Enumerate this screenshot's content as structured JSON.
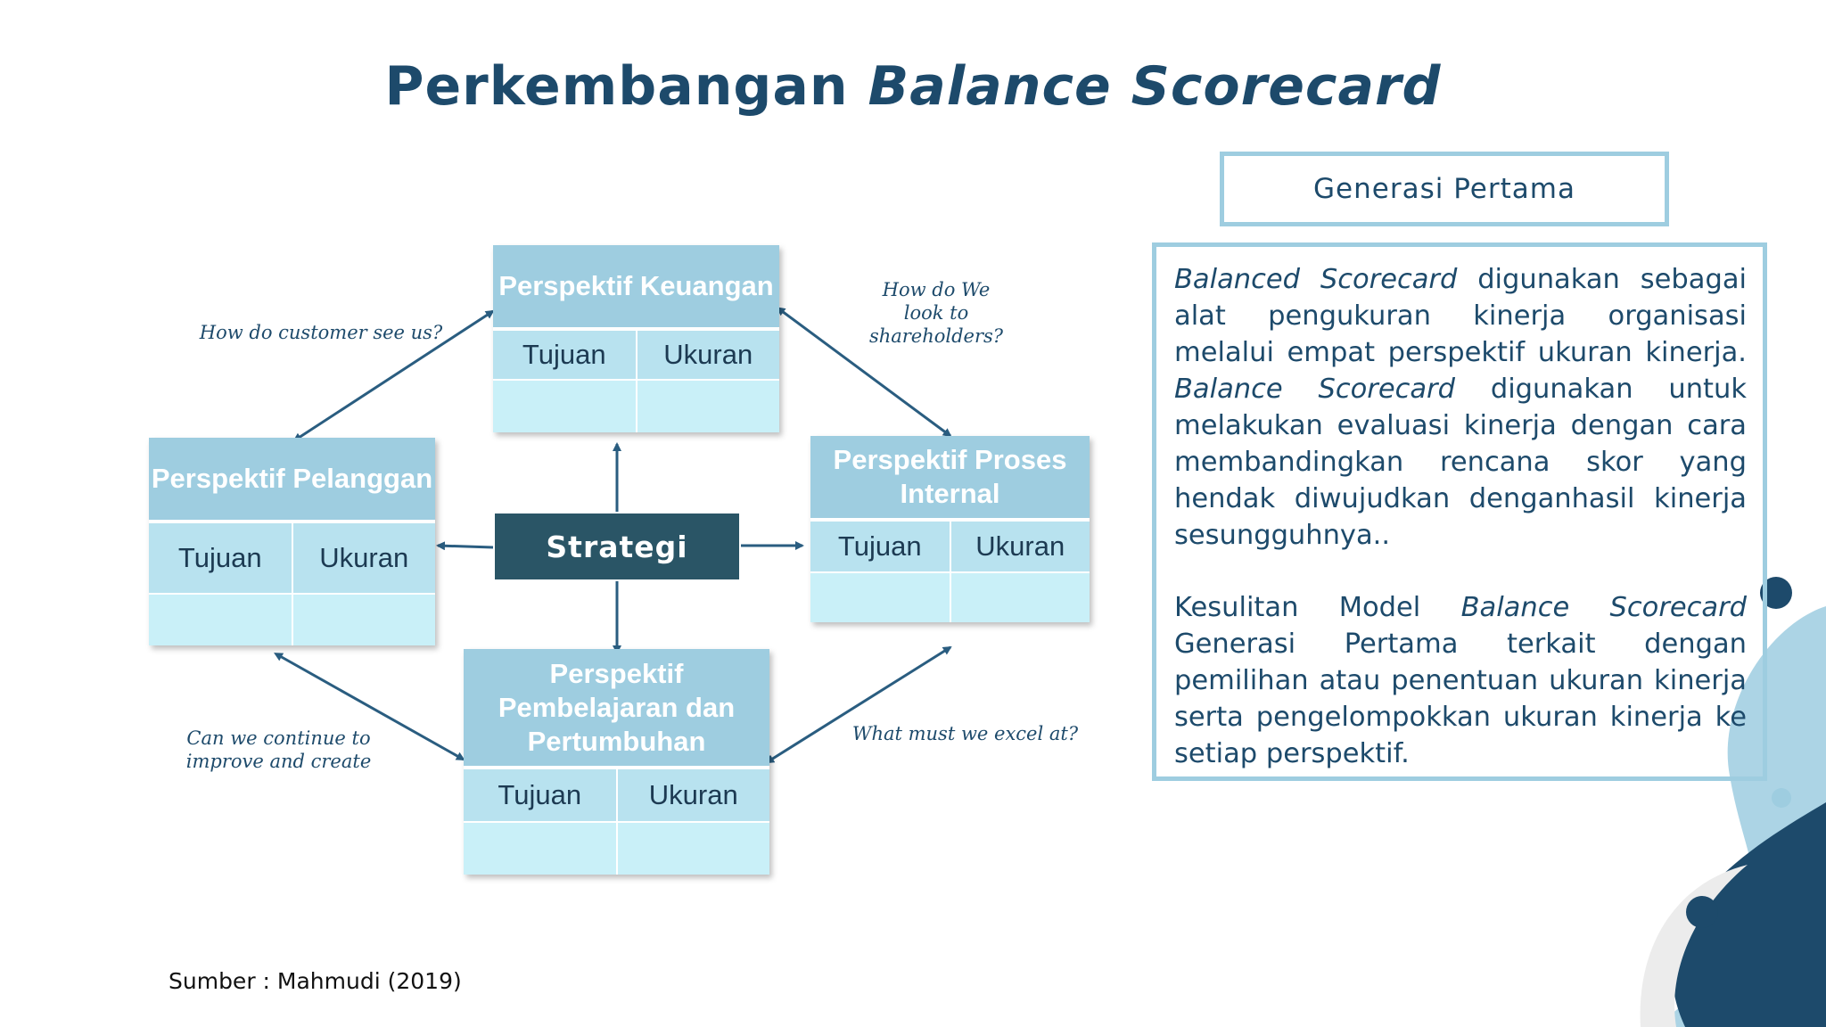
{
  "title": {
    "main": "Perkembangan",
    "italic": "Balance Scorecard"
  },
  "diagram": {
    "center": "Strategi",
    "boxes": {
      "keuangan": {
        "header": "Perspektif Keuangan",
        "col1": "Tujuan",
        "col2": "Ukuran"
      },
      "pelanggan": {
        "header": "Perspektif Pelanggan",
        "col1": "Tujuan",
        "col2": "Ukuran"
      },
      "internal": {
        "header": "Perspektif Proses Internal",
        "col1": "Tujuan",
        "col2": "Ukuran"
      },
      "pembelajaran": {
        "header": "Perspektif Pembelajaran dan Pertumbuhan",
        "col1": "Tujuan",
        "col2": "Ukuran"
      }
    },
    "questions": {
      "customer": "How do customer see us?",
      "shareholders": "How do We look to shareholders?",
      "improve": "Can we continue to improve and create",
      "excel": "What must we excel at?"
    }
  },
  "panel": {
    "heading": "Generasi Pertama",
    "p1": [
      {
        "t": "Balanced Scorecard",
        "i": true
      },
      {
        "t": " digunakan sebagai alat pengukuran kinerja organisasi melalui empat perspektif ukuran kinerja. ",
        "i": false
      },
      {
        "t": "Balance Scorecard",
        "i": true
      },
      {
        "t": " digunakan untuk melakukan evaluasi kinerja dengan cara membandingkan rencana skor yang hendak diwujudkan denganhasil kinerja sesungguhnya..",
        "i": false
      }
    ],
    "p2": [
      {
        "t": "Kesulitan Model ",
        "i": false
      },
      {
        "t": "Balance Scorecard",
        "i": true
      },
      {
        "t": " Generasi Pertama terkait dengan pemilihan atau penentuan ukuran kinerja serta pengelompokkan ukuran kinerja ke setiap perspektif.",
        "i": false
      }
    ]
  },
  "source": "Sumber : Mahmudi (2019)",
  "colors": {
    "navy": "#1d4a6b",
    "light_blue": "#9ecde0",
    "strategy": "#2a5566"
  }
}
